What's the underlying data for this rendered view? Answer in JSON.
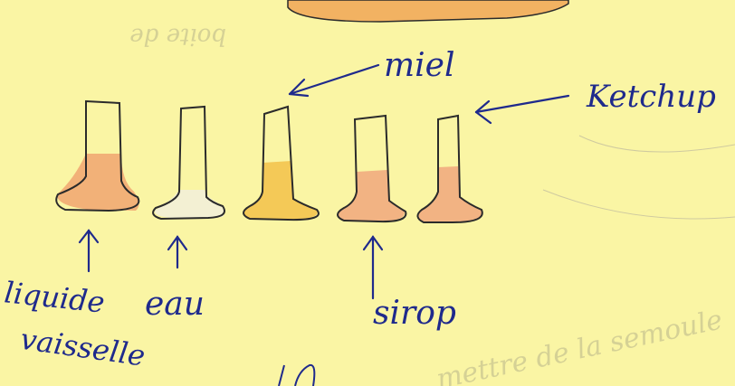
{
  "colors": {
    "paper": "#faf5a4",
    "ink": "#1f2a8c",
    "pencil": "#2b2b2b"
  },
  "labels": {
    "miel": "miel",
    "ketchup": "Ketchup",
    "liquide": "liquide",
    "vaisselle": "vaisselle",
    "eau": "eau",
    "sirop": "sirop"
  },
  "bleed_through": {
    "top_text": "boite de",
    "bottom_text": "mettre de la semoule"
  },
  "tubes": [
    {
      "name": "liquide-vaisselle",
      "fill_color": "#ef9a6a"
    },
    {
      "name": "eau",
      "fill_color": "#f2f0d8"
    },
    {
      "name": "miel",
      "fill_color": "#f2c14a"
    },
    {
      "name": "sirop",
      "fill_color": "#f0a27a"
    },
    {
      "name": "ketchup",
      "fill_color": "#f0a27a"
    }
  ]
}
